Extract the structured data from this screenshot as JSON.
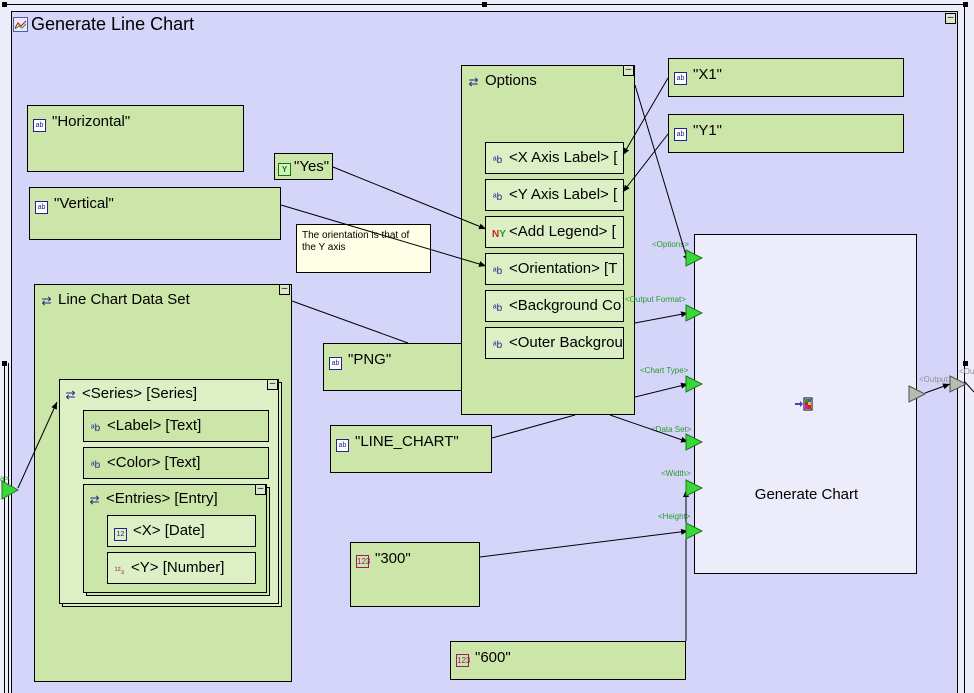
{
  "window": {
    "title": "Generate Line Chart",
    "title_icon": "line-chart-icon"
  },
  "constants": {
    "horizontal": "\"Horizontal\"",
    "vertical": "\"Vertical\"",
    "yes": "\"Yes\"",
    "x1": "\"X1\"",
    "y1": "\"Y1\"",
    "png": "\"PNG\"",
    "line_chart": "\"LINE_CHART\"",
    "width_300": "\"300\"",
    "height_600": "\"600\""
  },
  "note": {
    "text": "The orientation is that of the Y axis"
  },
  "options": {
    "title": "Options",
    "fields": [
      {
        "label": "<X Axis Label> [",
        "icon": "text-icon"
      },
      {
        "label": "<Y Axis Label> [",
        "icon": "text-icon"
      },
      {
        "label": "<Add Legend> [",
        "icon": "boolean-ny-icon"
      },
      {
        "label": "<Orientation> [T",
        "icon": "text-icon"
      },
      {
        "label": "<Background Co",
        "icon": "text-icon"
      },
      {
        "label": "<Outer Backgrou",
        "icon": "text-icon"
      }
    ]
  },
  "dataset": {
    "title": "Line Chart Data Set",
    "series": {
      "title": "<Series> [Series]",
      "label_field": "<Label> [Text]",
      "color_field": "<Color> [Text]",
      "entries": {
        "title": "<Entries> [Entry]",
        "x_field": "<X> [Date]",
        "y_field": "<Y> [Number]"
      }
    }
  },
  "generate": {
    "title": "Generate Chart",
    "ports_in": [
      "<Options>",
      "<Output Format>",
      "<Chart Type>",
      "<Data Set>",
      "<Width>",
      "<Height>"
    ],
    "port_out": "<Output>",
    "outer_port_out": "<Ou",
    "left_port_label": "a>",
    "colors": {
      "input_port": "#3ad63a",
      "output_port": "#b8bcb0",
      "node_fill": "#cbe6a8",
      "canvas": "#d5d5fa"
    }
  }
}
